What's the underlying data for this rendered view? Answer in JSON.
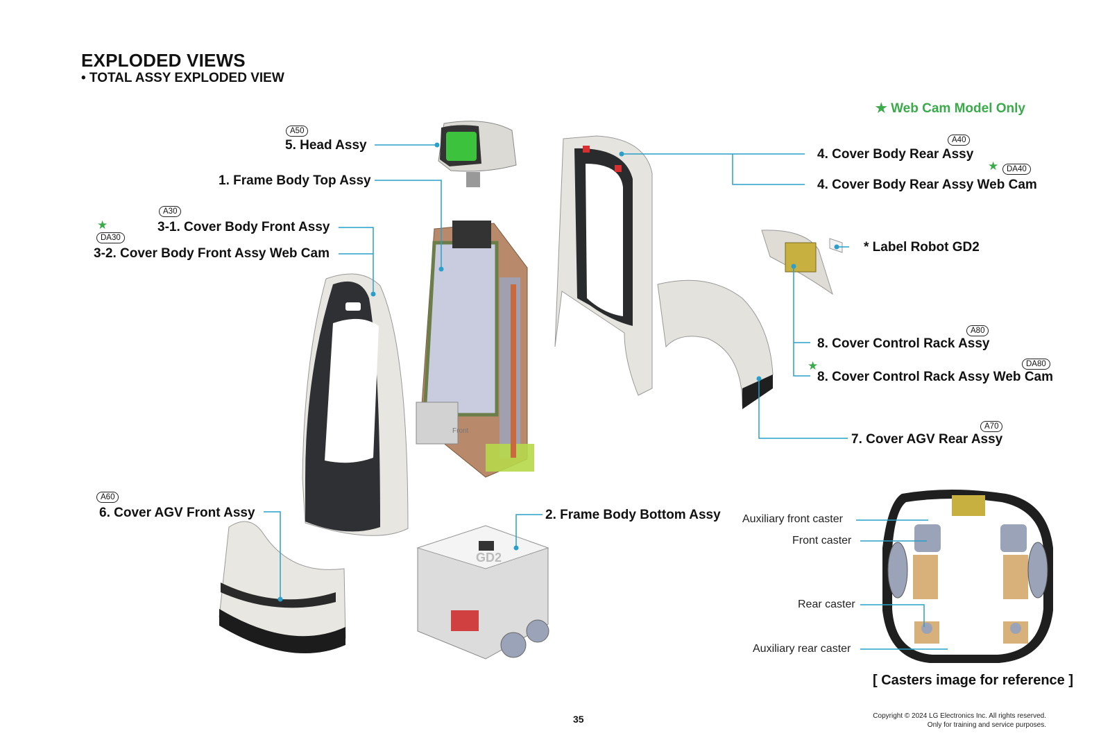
{
  "header": {
    "title": "EXPLODED VIEWS",
    "subtitle": "• TOTAL ASSY EXPLODED VIEW"
  },
  "webcam_note": "Web Cam Model Only",
  "parts": {
    "head": {
      "code": "A50",
      "label": "5. Head Assy"
    },
    "frame_top": {
      "label": "1. Frame Body Top Assy"
    },
    "cover_front": {
      "code": "A30",
      "label": "3-1. Cover Body Front Assy"
    },
    "cover_front_webcam": {
      "code": "DA30",
      "label": "3-2. Cover Body Front Assy Web Cam"
    },
    "cover_rear": {
      "code": "A40",
      "label": "4. Cover Body Rear Assy"
    },
    "cover_rear_webcam": {
      "code": "DA40",
      "label": "4. Cover Body Rear Assy Web Cam"
    },
    "label_robot": {
      "label": "* Label Robot GD2"
    },
    "control_rack": {
      "code": "A80",
      "label": "8. Cover Control Rack Assy"
    },
    "control_rack_webcam": {
      "code": "DA80",
      "label": "8. Cover Control Rack Assy Web Cam"
    },
    "agv_rear": {
      "code": "A70",
      "label": "7. Cover AGV Rear Assy"
    },
    "agv_front": {
      "code": "A60",
      "label": "6. Cover AGV Front Assy"
    },
    "frame_bottom": {
      "label": "2. Frame Body Bottom Assy"
    }
  },
  "casters": {
    "aux_front": "Auxiliary front caster",
    "front": "Front caster",
    "rear": "Rear caster",
    "aux_rear": "Auxiliary rear caster",
    "caption": "[ Casters image for reference ]"
  },
  "decor": {
    "gd2_mark": "GD2",
    "front_mark": "Front"
  },
  "footer": {
    "page_number": "35",
    "copyright": "Copyright © 2024 LG Electronics Inc. All rights reserved.",
    "usage": "Only for training and service purposes."
  },
  "colors": {
    "accent": "#3aaa4a",
    "leader": "#2a9fc9"
  }
}
